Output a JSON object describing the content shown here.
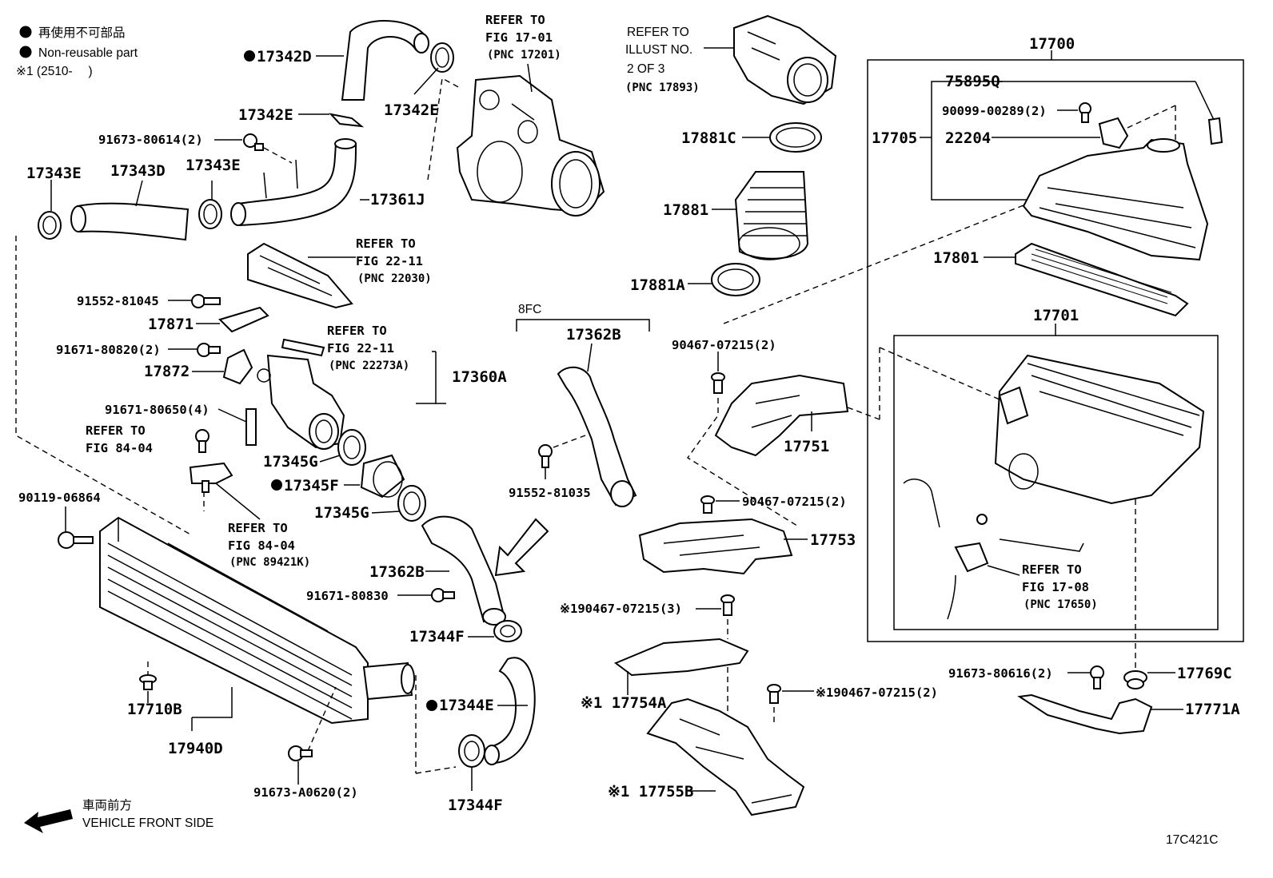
{
  "legend": {
    "line1": "再使用不可部品",
    "line2": "Non-reusable part",
    "line3": "※1 (2510-　 )"
  },
  "labels": {
    "p17342D": "17342D",
    "p17342E_a": "17342E",
    "p17342E_b": "17342E",
    "p91673_80614": "91673-80614(2)",
    "p17343E_a": "17343E",
    "p17343D": "17343D",
    "p17343E_b": "17343E",
    "p17361J": "17361J",
    "p91552_81045": "91552-81045",
    "p17871": "17871",
    "p91671_80820": "91671-80820(2)",
    "p17872": "17872",
    "p91671_80650": "91671-80650(4)",
    "p17360A": "17360A",
    "p17345G_a": "17345G",
    "p17345F": "17345F",
    "p17345G_b": "17345G",
    "p90119_06864": "90119-06864",
    "p17362B_a": "17362B",
    "p17362B_b": "17362B",
    "p91552_81035": "91552-81035",
    "p91671_80830": "91671-80830",
    "p17344F_a": "17344F",
    "p17344E": "17344E",
    "p17344F_b": "17344F",
    "p17710B": "17710B",
    "p17940D": "17940D",
    "p91673_A0620": "91673-A0620(2)",
    "p17881C": "17881C",
    "p17881": "17881",
    "p17881A": "17881A",
    "p90467_07215_a": "90467-07215(2)",
    "p17751": "17751",
    "p90467_07215_b": "90467-07215(2)",
    "p17753": "17753",
    "p90467_07215_c": "※190467-07215(3)",
    "p17754A": "※1 17754A",
    "p90467_07215_d": "※190467-07215(2)",
    "p17755B": "※1 17755B",
    "p17700": "17700",
    "p75895Q": "75895Q",
    "p90099_00289": "90099-00289(2)",
    "p17705": "17705",
    "p22204": "22204",
    "p17801": "17801",
    "p17701": "17701",
    "p91673_80616": "91673-80616(2)",
    "p17769C": "17769C",
    "p17771A": "17771A",
    "fc8": "8FC"
  },
  "refs": {
    "r1701": [
      "REFER TO",
      "FIG 17-01",
      "(PNC 17201)"
    ],
    "rIllust": [
      "REFER TO",
      "ILLUST NO.",
      "2 OF 3",
      "(PNC 17893)"
    ],
    "r2211a": [
      "REFER TO",
      "FIG 22-11",
      "(PNC 22030)"
    ],
    "r2211b": [
      "REFER TO",
      "FIG 22-11",
      "(PNC 22273A)"
    ],
    "r8404a": [
      "REFER TO",
      "FIG 84-04"
    ],
    "r8404b": [
      "REFER TO",
      "FIG 84-04",
      "(PNC 89421K)"
    ],
    "r1708": [
      "REFER TO",
      "FIG 17-08",
      "(PNC 17650)"
    ]
  },
  "footer": {
    "direction_jp": "車両前方",
    "direction_en": "VEHICLE FRONT SIDE",
    "code": "17C421C"
  }
}
